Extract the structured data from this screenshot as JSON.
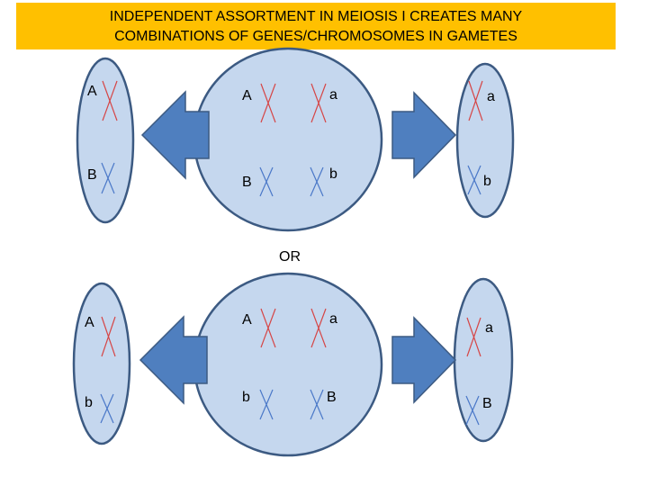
{
  "title": {
    "line1": "INDEPENDENT ASSORTMENT IN MEIOSIS I CREATES MANY",
    "line2": "COMBINATIONS OF GENES/CHROMOSOMES IN GAMETES"
  },
  "separator": "OR",
  "colors": {
    "banner": "#ffc000",
    "cell_fill": "#c5d7ee",
    "cell_stroke": "#3c5a82",
    "arrow_fill": "#4f7fbf",
    "chromosome_red": "#d64545",
    "chromosome_blue": "#4a78c8"
  },
  "scenario_1": {
    "left_gamete": {
      "top": "A",
      "bottom": "B"
    },
    "parent_cell": {
      "left_top": "A",
      "left_bottom": "B",
      "right_top": "a",
      "right_bottom": "b"
    },
    "right_gamete": {
      "top": "a",
      "bottom": "b"
    }
  },
  "scenario_2": {
    "left_gamete": {
      "top": "A",
      "bottom": "b"
    },
    "parent_cell": {
      "left_top": "A",
      "left_bottom": "b",
      "right_top": "a",
      "right_bottom": "B"
    },
    "right_gamete": {
      "top": "a",
      "bottom": "B"
    }
  }
}
